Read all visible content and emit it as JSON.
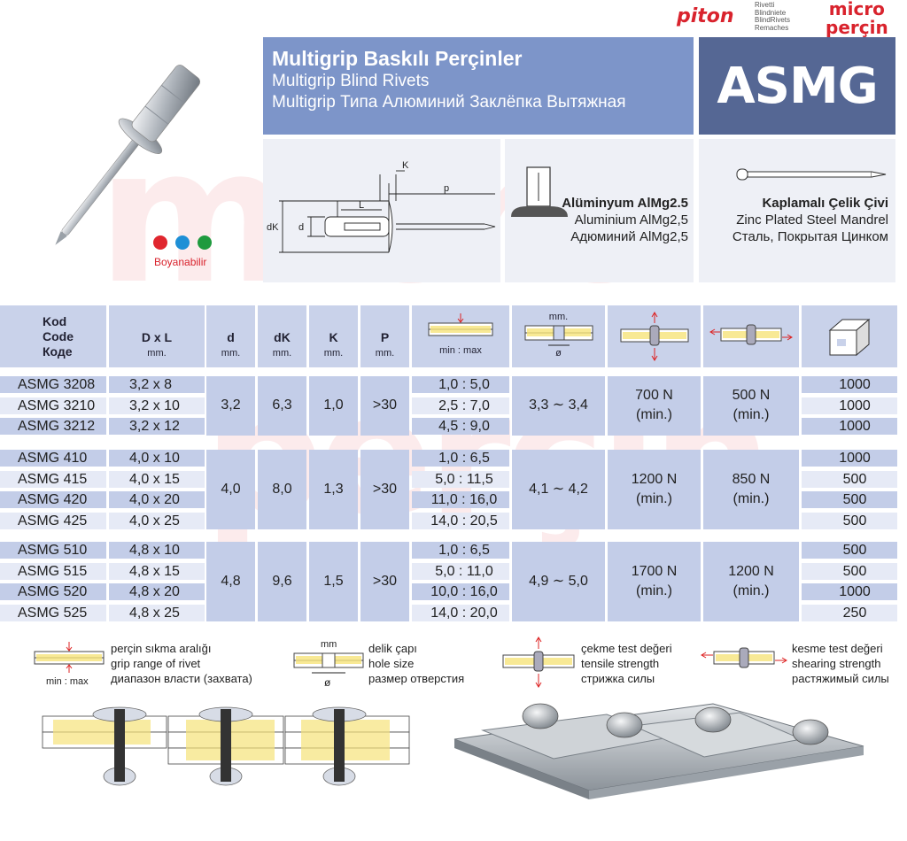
{
  "brand": {
    "piton": "piton",
    "piton_sub": [
      "Rivetti",
      "Blindniete",
      "BlindRivets",
      "Remaches"
    ],
    "micro_line1": "micro",
    "micro_line2": "perçin",
    "watermark": "micro"
  },
  "header": {
    "title_tr": "Multigrip Baskılı Perçinler",
    "title_en": "Multigrip Blind Rivets",
    "title_ru": "Multigrip Типа Алюминий Заклёпка Вытяжная",
    "code": "ASMG"
  },
  "diagram": {
    "labels": [
      "K",
      "p",
      "L",
      "dK",
      "d"
    ]
  },
  "material": {
    "body_tr": "Alüminyum AlMg2.5",
    "body_en": "Aluminium AlMg2,5",
    "body_ru": "Адюминий AlMg2,5",
    "mandrel_tr": "Kaplamalı Çelik Çivi",
    "mandrel_en": "Zinc Plated Steel Mandrel",
    "mandrel_ru": "Сталь, Покрытая Цинком"
  },
  "paint": {
    "label": "Boyanabilir",
    "colors": [
      "#e0262e",
      "#1e8fd6",
      "#1f9a3e"
    ]
  },
  "table": {
    "headers": [
      {
        "title": "Kod\nCode\nКоде",
        "unit": ""
      },
      {
        "title": "D x L",
        "unit": "mm."
      },
      {
        "title": "d",
        "unit": "mm."
      },
      {
        "title": "dK",
        "unit": "mm."
      },
      {
        "title": "K",
        "unit": "mm."
      },
      {
        "title": "P",
        "unit": "mm."
      },
      {
        "title": "",
        "unit": "min : max"
      },
      {
        "title": "mm.",
        "unit": "ø"
      },
      {
        "title": "",
        "unit": ""
      },
      {
        "title": "",
        "unit": ""
      },
      {
        "title": "",
        "unit": ""
      }
    ],
    "groups": [
      {
        "d": "3,2",
        "dk": "6,3",
        "k": "1,0",
        "p": ">30",
        "hole": "3,3 ∼ 3,4",
        "tensile": "700 N\n(min.)",
        "shear": "500 N\n(min.)",
        "rows": [
          [
            "ASMG 3208",
            "3,2 x 8",
            "1,0 : 5,0",
            "1000"
          ],
          [
            "ASMG 3210",
            "3,2 x 10",
            "2,5 : 7,0",
            "1000"
          ],
          [
            "ASMG 3212",
            "3,2 x 12",
            "4,5 : 9,0",
            "1000"
          ]
        ]
      },
      {
        "d": "4,0",
        "dk": "8,0",
        "k": "1,3",
        "p": ">30",
        "hole": "4,1 ∼ 4,2",
        "tensile": "1200 N\n(min.)",
        "shear": "850 N\n(min.)",
        "rows": [
          [
            "ASMG 410",
            "4,0 x 10",
            "1,0 : 6,5",
            "1000"
          ],
          [
            "ASMG 415",
            "4,0 x 15",
            "5,0 : 11,5",
            "500"
          ],
          [
            "ASMG 420",
            "4,0 x 20",
            "11,0 : 16,0",
            "500"
          ],
          [
            "ASMG 425",
            "4,0 x 25",
            "14,0 : 20,5",
            "500"
          ]
        ]
      },
      {
        "d": "4,8",
        "dk": "9,6",
        "k": "1,5",
        "p": ">30",
        "hole": "4,9 ∼ 5,0",
        "tensile": "1700 N\n(min.)",
        "shear": "1200 N\n(min.)",
        "rows": [
          [
            "ASMG 510",
            "4,8 x 10",
            "1,0 : 6,5",
            "500"
          ],
          [
            "ASMG 515",
            "4,8 x 15",
            "5,0 : 11,0",
            "500"
          ],
          [
            "ASMG 520",
            "4,8 x 20",
            "10,0 : 16,0",
            "1000"
          ],
          [
            "ASMG 525",
            "4,8 x 25",
            "14,0 : 20,0",
            "250"
          ]
        ]
      }
    ]
  },
  "legend": {
    "grip": {
      "tr": "perçin sıkma aralığı",
      "en": "grip range of rivet",
      "ru": "диапазон власти (захвата)",
      "sub": "min : max"
    },
    "hole": {
      "tr": "delik çapı",
      "en": "hole size",
      "ru": "размер отверстия",
      "top": "mm",
      "sub": "ø"
    },
    "tensile": {
      "tr": "çekme test değeri",
      "en": "tensile strength",
      "ru": "стрижка силы"
    },
    "shear": {
      "tr": "kesme test değeri",
      "en": "shearing strength",
      "ru": "растяжимый силы"
    }
  }
}
